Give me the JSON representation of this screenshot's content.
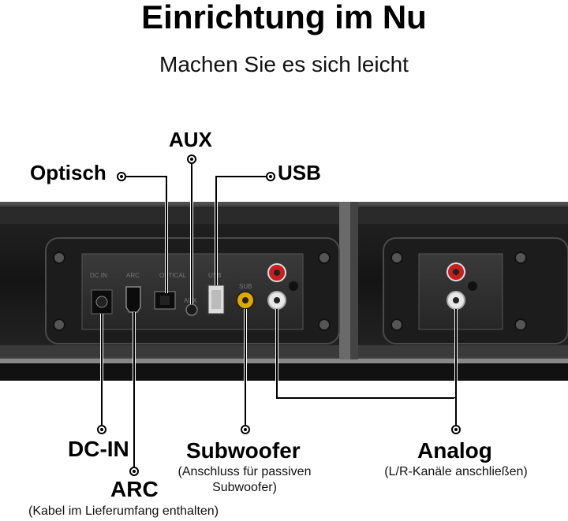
{
  "heading": {
    "title": "Einrichtung im Nu",
    "subtitle": "Machen Sie es sich leicht"
  },
  "callouts": {
    "optical": "Optisch",
    "aux": "AUX",
    "usb": "USB",
    "dc_in": "DC-IN",
    "arc": "ARC",
    "arc_note": "(Kabel im Lieferumfang enthalten)",
    "subwoofer": "Subwoofer",
    "subwoofer_note_line1": "(Anschluss für passiven",
    "subwoofer_note_line2": "Subwoofer)",
    "analog": "Analog",
    "analog_note": "(L/R-Kanäle anschließen)"
  },
  "panel_labels": {
    "dc_in": "DC IN",
    "arc": "ARC",
    "optical": "OPTICAL",
    "aux": "AUX",
    "usb": "USB",
    "sub": "SUB"
  },
  "colors": {
    "bar_body": "#1a1a1a",
    "panel": "#2b2b2b",
    "rca_red": "#c81e1e",
    "rca_white": "#e8e8e8",
    "rca_yellow": "#e0a800",
    "line": "#000000"
  }
}
